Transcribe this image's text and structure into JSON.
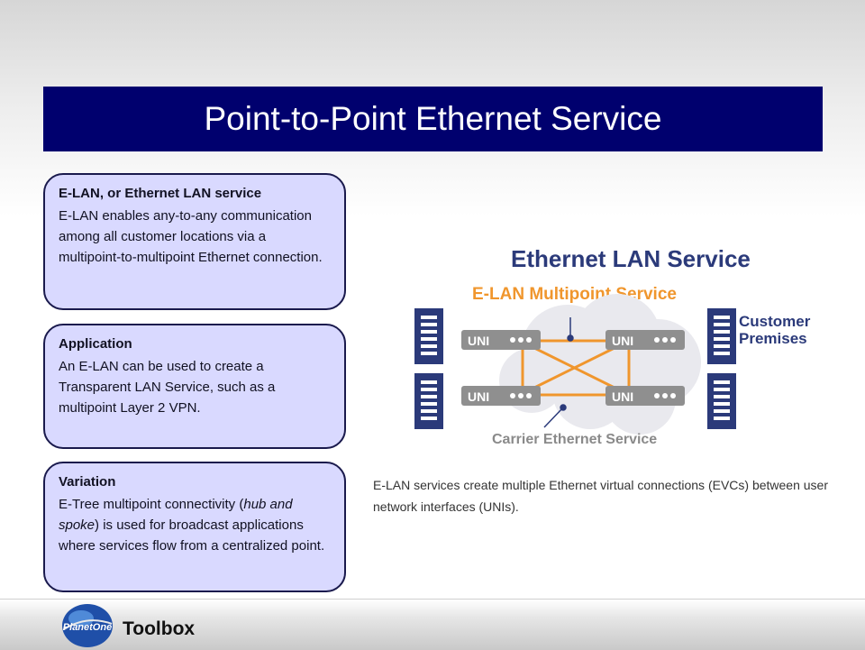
{
  "slide": {
    "title": "Point-to-Point Ethernet Service"
  },
  "cards": [
    {
      "title": "E-LAN, or Ethernet LAN service",
      "body": "E-LAN enables any-to-any communication among all customer locations via a multipoint-to-multipoint Ethernet connection."
    },
    {
      "title": "Application",
      "body": "An E-LAN can be used to create a Transparent LAN Service, such as a multipoint Layer 2 VPN."
    },
    {
      "title": "Variation",
      "body_before": "E-Tree multipoint connectivity (",
      "body_italic": "hub and spoke",
      "body_after": ") is used for broadcast applications where services flow from a centralized point."
    }
  ],
  "diagram": {
    "title": "Ethernet LAN Service",
    "subtitle": "E-LAN Multipoint Service",
    "node_label": "UNI",
    "customer_label_line1": "Customer",
    "customer_label_line2": "Premises",
    "cloud_label": "Carrier Ethernet Service"
  },
  "caption": "E-LAN services create multiple Ethernet virtual connections (EVCs) between user network interfaces (UNIs).",
  "footer": {
    "label": "Toolbox",
    "logo_text": "PlanetOne"
  },
  "colors": {
    "title_bar": "#00006e",
    "card_fill": "#d9d9ff",
    "diagram_blue": "#2b3a7a",
    "diagram_orange": "#f0962d",
    "uni_gray": "#8f8f8f"
  }
}
